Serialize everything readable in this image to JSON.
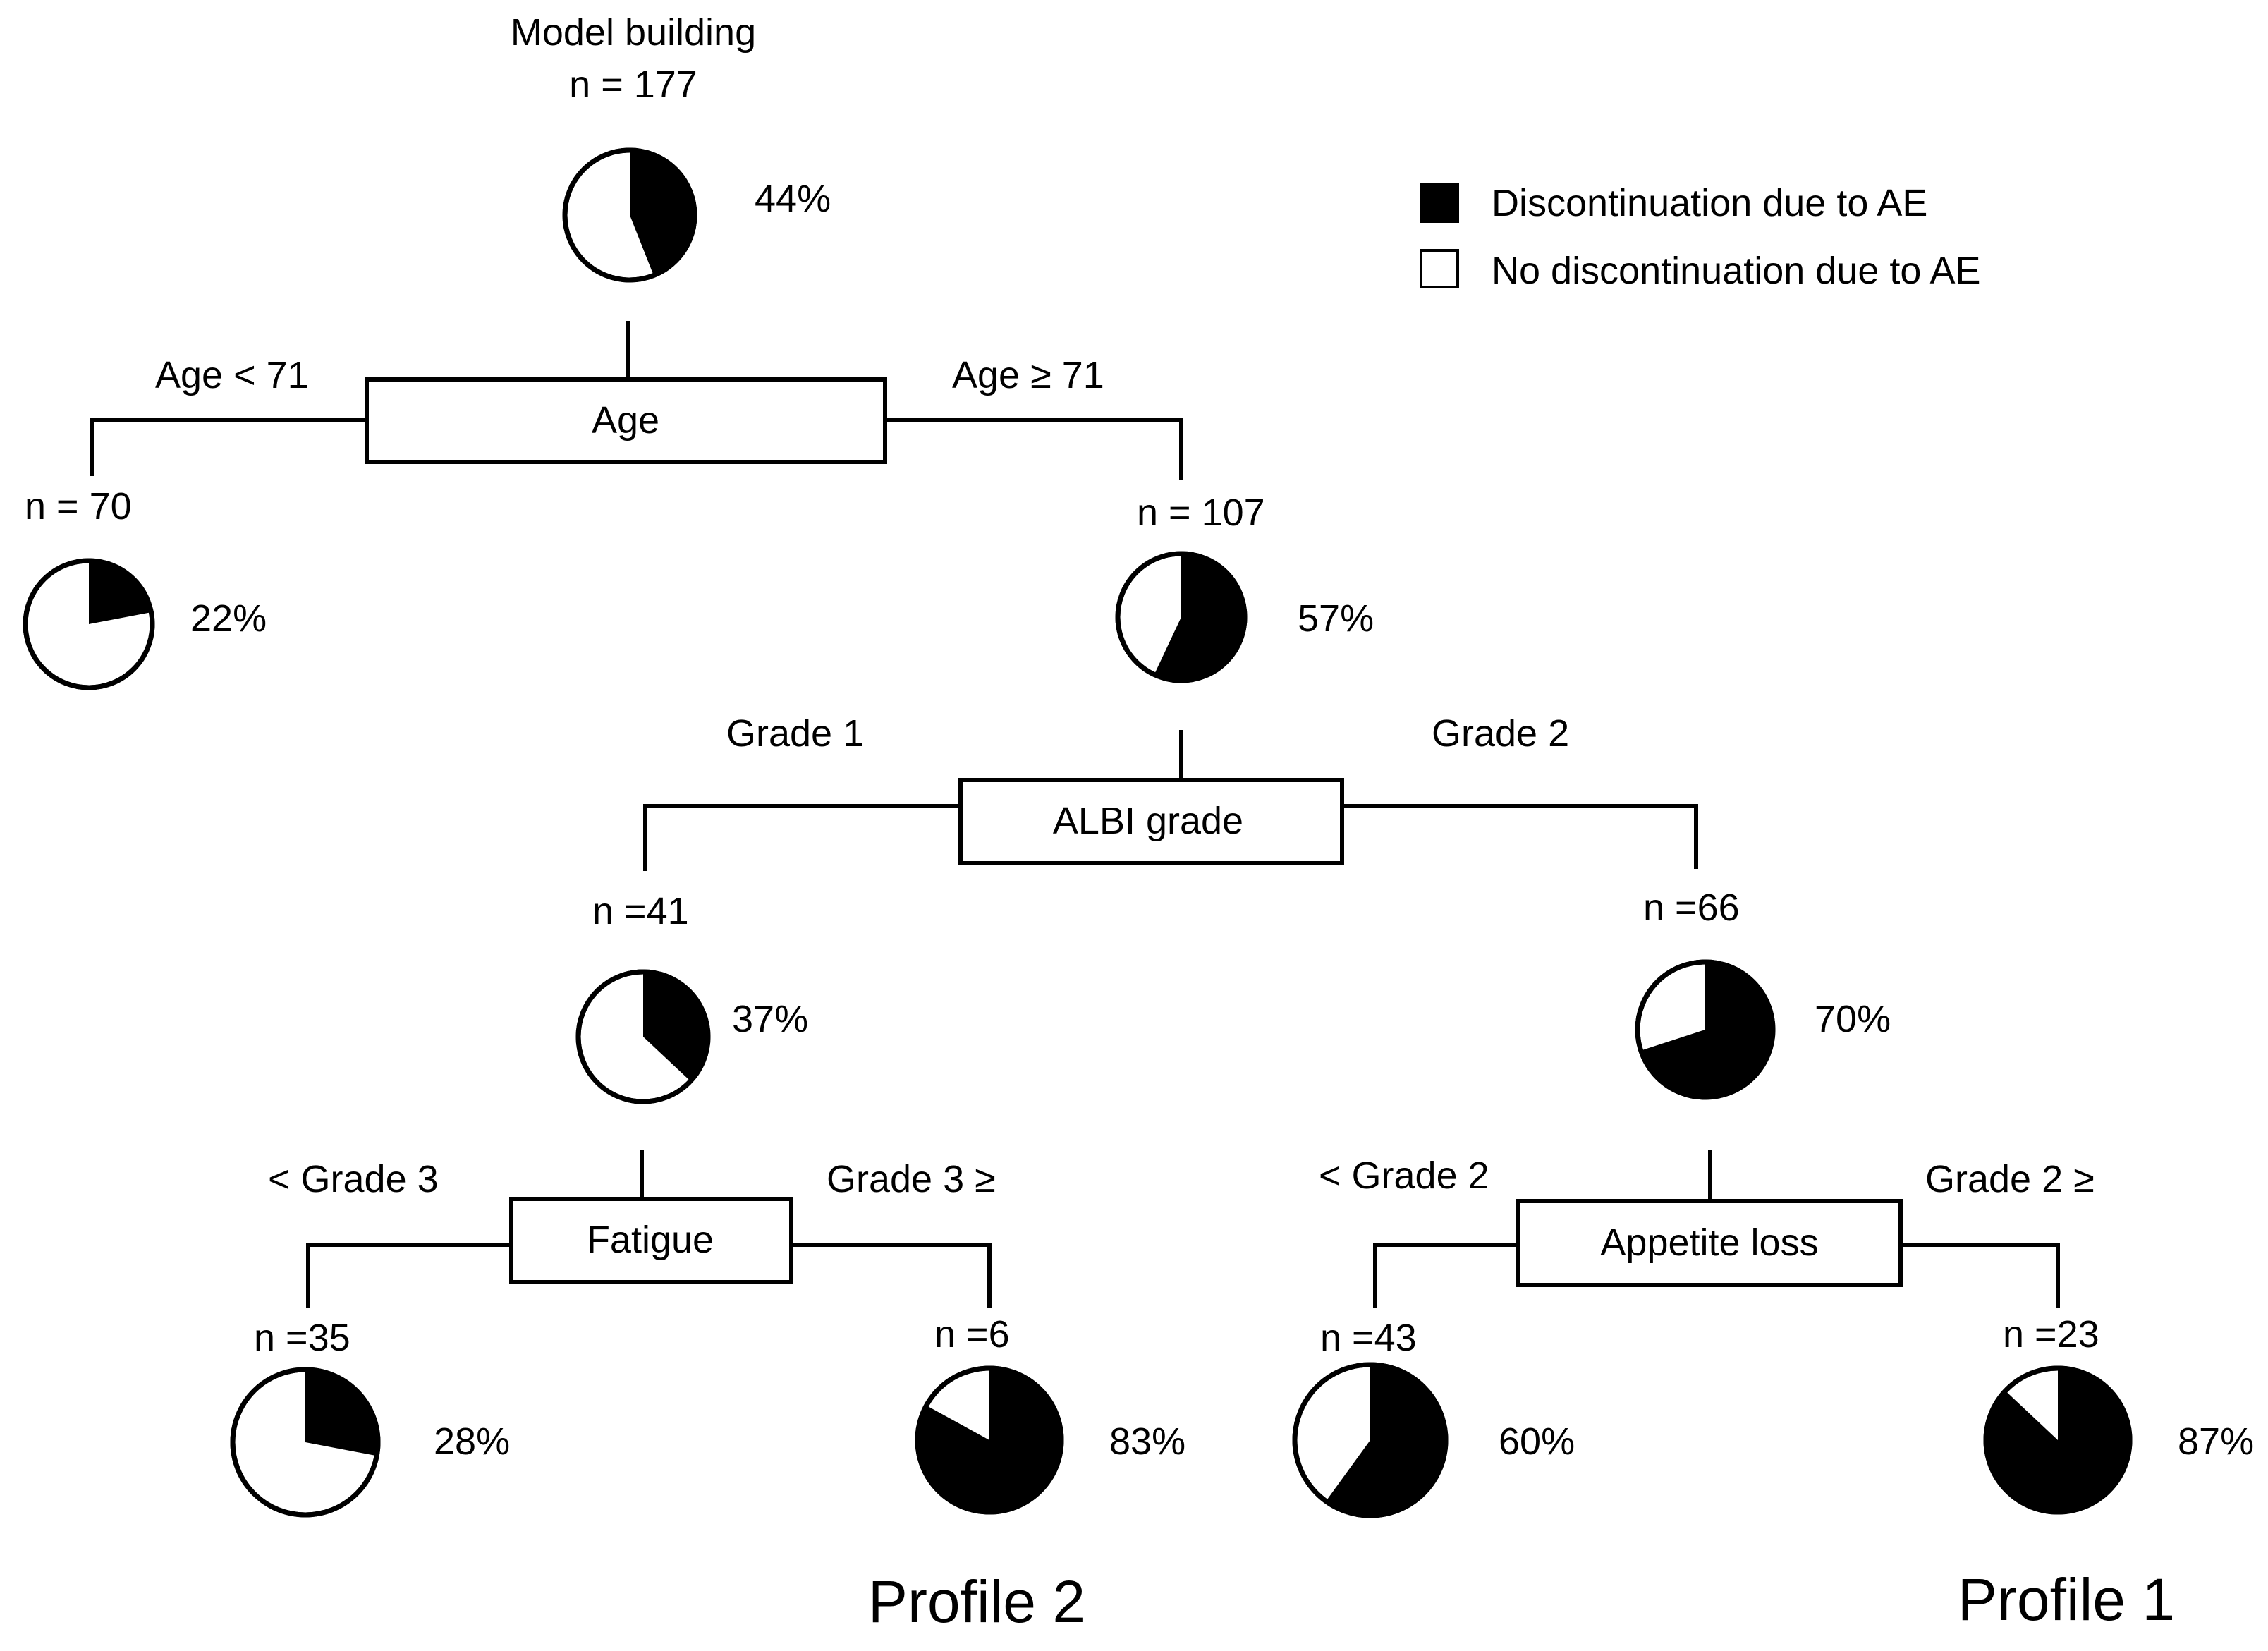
{
  "colors": {
    "discontinued": "#000000",
    "not_discontinued": "#ffffff",
    "line": "#000000"
  },
  "root": {
    "title": "Model building",
    "n": "n = 177",
    "pct_label": "44%",
    "share": 0.44
  },
  "legend": {
    "discontinued": "Discontinuation due to AE",
    "not_discontinued": "No discontinuation due to AE"
  },
  "splits": {
    "age": {
      "label": "Age",
      "left": "Age  < 71",
      "right": "Age ≥ 71"
    },
    "albi": {
      "label": "ALBI grade",
      "left": "Grade 1",
      "right": "Grade 2"
    },
    "fatigue": {
      "label": "Fatigue",
      "left": "< Grade 3",
      "right": "Grade 3 ≥"
    },
    "appetite": {
      "label": "Appetite loss",
      "left": "< Grade 2",
      "right": "Grade 2 ≥"
    }
  },
  "nodes": {
    "age_lt71": {
      "n": "n = 70",
      "pct_label": "22%",
      "share": 0.22
    },
    "age_ge71": {
      "n": "n = 107",
      "pct_label": "57%",
      "share": 0.57
    },
    "albi_g1": {
      "n": "n =41",
      "pct_label": "37%",
      "share": 0.37
    },
    "albi_g2": {
      "n": "n =66",
      "pct_label": "70%",
      "share": 0.7
    },
    "fatigue_lt3": {
      "n": "n =35",
      "pct_label": "28%",
      "share": 0.28
    },
    "fatigue_ge3": {
      "n": "n =6",
      "pct_label": "83%",
      "share": 0.83
    },
    "appetite_lt2": {
      "n": "n =43",
      "pct_label": "60%",
      "share": 0.6
    },
    "appetite_ge2": {
      "n": "n =23",
      "pct_label": "87%",
      "share": 0.87
    }
  },
  "profiles": {
    "profile2": "Profile 2",
    "profile1": "Profile 1"
  }
}
